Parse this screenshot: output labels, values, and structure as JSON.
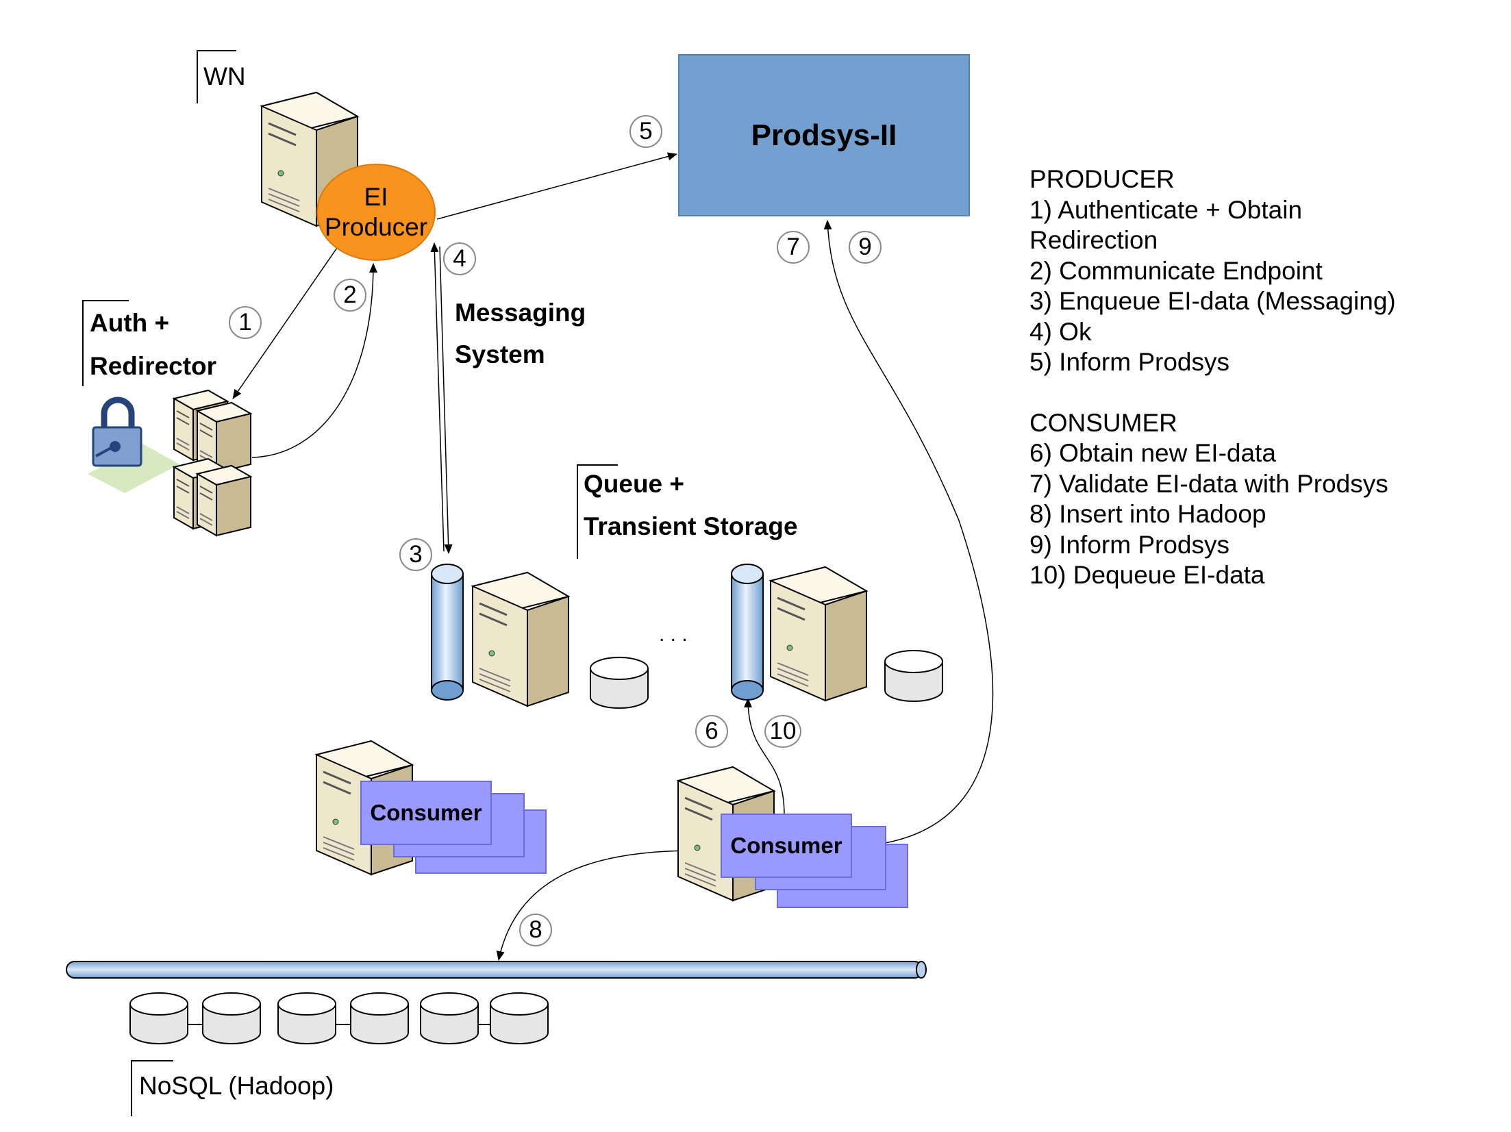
{
  "labels": {
    "wn": "WN",
    "auth": "Auth +",
    "redirector": "Redirector",
    "messaging": "Messaging",
    "system": "System",
    "queue": "Queue +",
    "transient": "Transient Storage",
    "nosql": "NoSQL (Hadoop)",
    "ellipsis": ". . ."
  },
  "nodes": {
    "prodsys": "Prodsys-II",
    "ei_producer_line1": "EI",
    "ei_producer_line2": "Producer",
    "consumer_left": "Consumer",
    "consumer_right": "Consumer"
  },
  "steps": [
    "1",
    "2",
    "3",
    "4",
    "5",
    "6",
    "7",
    "8",
    "9",
    "10"
  ],
  "legend": {
    "producer_title": "PRODUCER",
    "producer_items": [
      "1) Authenticate + Obtain",
      "Redirection",
      "2) Communicate Endpoint",
      "3) Enqueue EI-data (Messaging)",
      "4) Ok",
      "5) Inform Prodsys"
    ],
    "consumer_title": "CONSUMER",
    "consumer_items": [
      "6) Obtain new EI-data",
      "7) Validate EI-data with Prodsys",
      "8) Insert into Hadoop",
      "9) Inform Prodsys",
      "10) Dequeue EI-data"
    ]
  },
  "colors": {
    "prodsys_fill": "#74a0d0",
    "producer_fill": "#f7931e",
    "consumer_fill": "#9999ff",
    "queue_fill": "#a9c8e8",
    "server_fill": "#efe7cc"
  },
  "icons": [
    "server-icon",
    "lock-icon",
    "queue-cylinder-icon",
    "disk-icon",
    "bus-pipe-icon"
  ]
}
